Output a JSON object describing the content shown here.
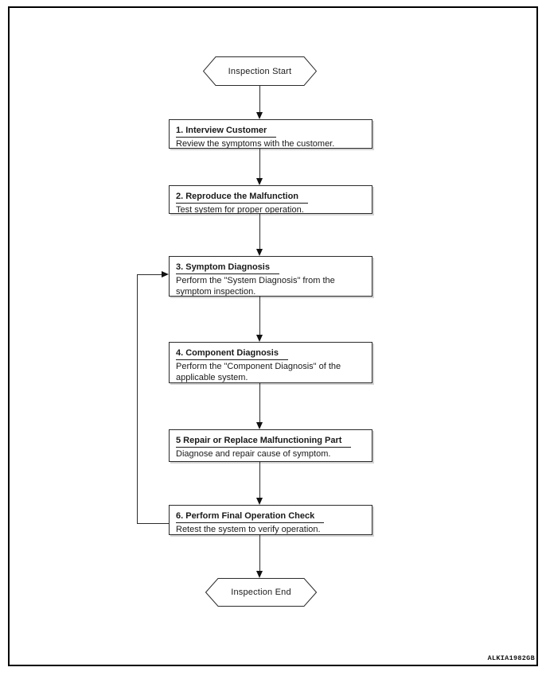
{
  "flowchart": {
    "start": {
      "label": "Inspection Start"
    },
    "end": {
      "label": "Inspection End"
    },
    "steps": [
      {
        "title": "1. Interview Customer",
        "body": "Review the symptoms with the customer."
      },
      {
        "title": "2. Reproduce the Malfunction",
        "body": "Test system for proper operation."
      },
      {
        "title": "3. Symptom Diagnosis",
        "body": "Perform the \"System Diagnosis\" from the symptom inspection."
      },
      {
        "title": "4. Component Diagnosis",
        "body": "Perform the \"Component Diagnosis\" of the applicable system."
      },
      {
        "title": "5 Repair or Replace Malfunctioning Part",
        "body": "Diagnose and repair cause of symptom."
      },
      {
        "title": "6. Perform Final Operation Check",
        "body": "Retest the system to verify operation."
      }
    ],
    "figure_code": "ALKIA1982GB",
    "colors": {
      "line": "#2b2b2b",
      "text": "#1a1a1a",
      "background": "#ffffff",
      "box_shadow": "#d4d4d4"
    }
  }
}
